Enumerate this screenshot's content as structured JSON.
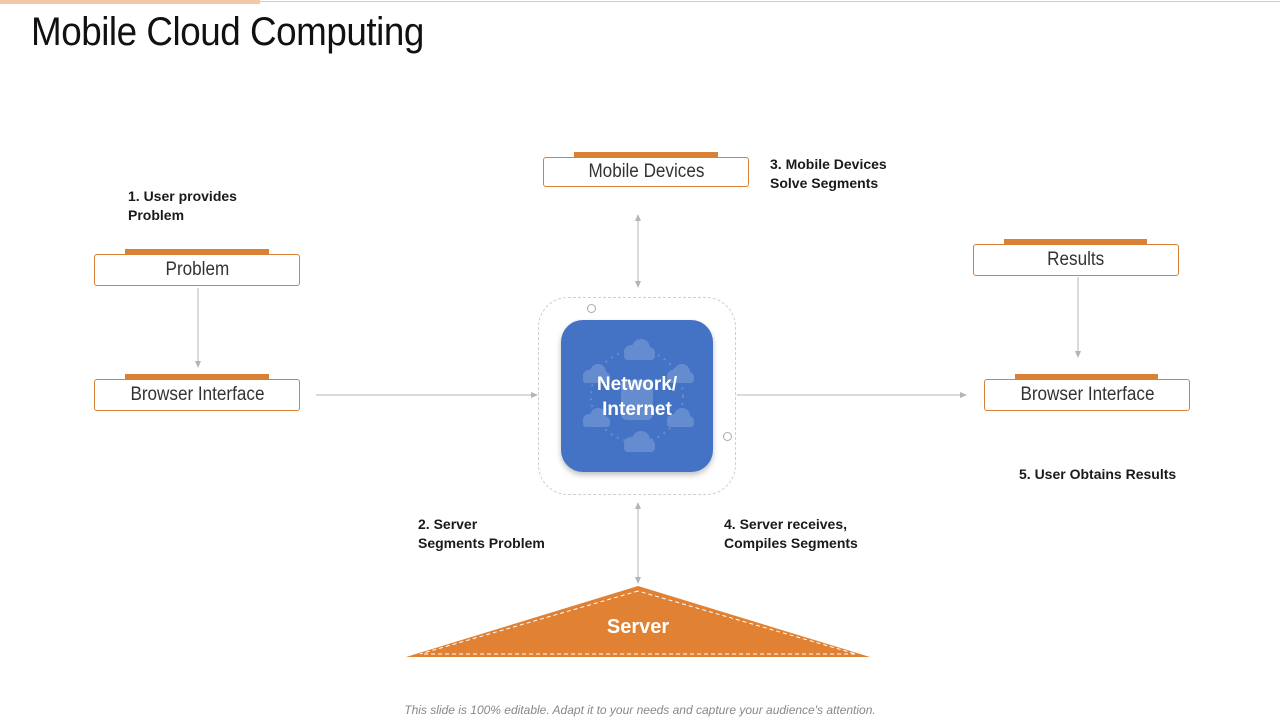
{
  "title": "Mobile Cloud Computing",
  "footer": "This slide is 100% editable. Adapt it to your needs and capture your audience's attention.",
  "colors": {
    "accent": "#d98236",
    "hub": "#4472c4",
    "server": "#e08133",
    "connector": "#b5b5b5"
  },
  "boxes": {
    "mobile_devices": "Mobile Devices",
    "problem": "Problem",
    "browser_left": "Browser Interface",
    "results": "Results",
    "browser_right": "Browser Interface"
  },
  "steps": {
    "step1": [
      "1. User provides",
      "Problem"
    ],
    "step2": [
      "2. Server",
      "Segments Problem"
    ],
    "step3": [
      "3. Mobile Devices",
      "Solve Segments"
    ],
    "step4": [
      "4. Server receives,",
      "Compiles Segments"
    ],
    "step5": [
      "5. User Obtains Results"
    ]
  },
  "hub": {
    "line1": "Network/",
    "line2": "Internet",
    "icon": "cloud-network-icon"
  },
  "server": {
    "label": "Server"
  }
}
